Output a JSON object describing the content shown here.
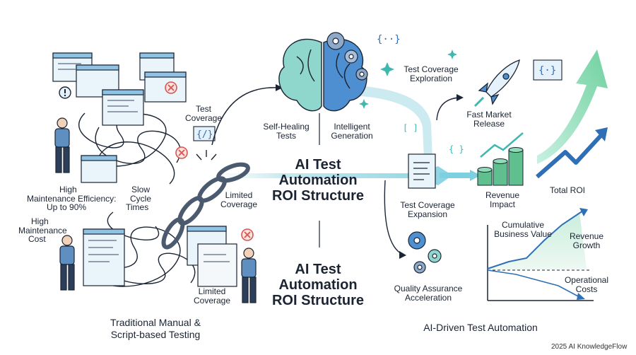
{
  "title": {
    "line1": "AI Test",
    "line2": "Automation",
    "line3": "ROI Structure"
  },
  "title_secondary": {
    "line1": "AI Test",
    "line2": "Automation",
    "line3": "ROI Structure"
  },
  "left": {
    "heading_line1": "Traditional Manual &",
    "heading_line2": "Script-based Testing",
    "labels": {
      "test_coverage_1": "Test",
      "test_coverage_2": "Coverage",
      "high_maint_eff_1": "High",
      "high_maint_eff_2": "Maintenance Efficiency:",
      "high_maint_eff_3": "Up to 90%",
      "slow_cycle_1": "Slow",
      "slow_cycle_2": "Cycle",
      "slow_cycle_3": "Times",
      "high_maint_cost_1": "High",
      "high_maint_cost_2": "Maintenance",
      "high_maint_cost_3": "Cost",
      "limited_cov_a1": "Limited",
      "limited_cov_a2": "Coverage",
      "limited_cov_b1": "Limited",
      "limited_cov_b2": "Coverage"
    }
  },
  "right": {
    "heading": "AI-Driven Test Automation",
    "labels": {
      "self_healing_1": "Self-Healing",
      "self_healing_2": "Tests",
      "intelligent_1": "Intelligent",
      "intelligent_2": "Generation",
      "exploration_1": "Test Coverage",
      "exploration_2": "Exploration",
      "fast_release_1": "Fast Market",
      "fast_release_2": "Release",
      "revenue_impact_1": "Revenue",
      "revenue_impact_2": "Impact",
      "total_roi": "Total ROI",
      "expansion_1": "Test Coverage",
      "expansion_2": "Expansion",
      "qa_1": "Quality Assurance",
      "qa_2": "Acceleration",
      "cumulative_1": "Cumulative",
      "cumulative_2": "Business Value",
      "revenue_growth_1": "Revenue",
      "revenue_growth_2": "Growth",
      "op_costs_1": "Operational",
      "op_costs_2": "Costs"
    }
  },
  "footer": "2025 AI KnowledgeFlow",
  "colors": {
    "teal": "#3fb8b0",
    "blue": "#2f6fb5",
    "red": "#d9534f",
    "navy": "#1b2433",
    "green": "#4caf7a"
  },
  "icons": [
    "brain-icon",
    "gear-icon",
    "rocket-icon",
    "document-icon",
    "coin-stack-icon",
    "chain-icon",
    "person-icon",
    "code-window-icon",
    "error-icon",
    "warning-icon"
  ]
}
